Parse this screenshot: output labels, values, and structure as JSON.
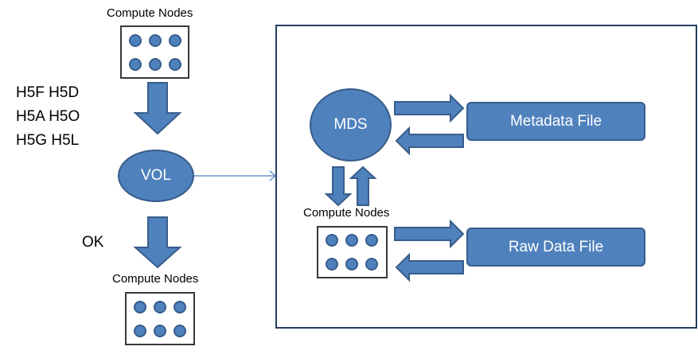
{
  "labels": {
    "compute_nodes_top": "Compute Nodes",
    "compute_nodes_bottom": "Compute Nodes",
    "compute_nodes_right": "Compute Nodes"
  },
  "api_calls": {
    "line1": "H5F H5D",
    "line2": "H5A H5O",
    "line3": "H5G H5L"
  },
  "vol": {
    "label": "VOL"
  },
  "ok": {
    "label": "OK"
  },
  "mds": {
    "label": "MDS"
  },
  "files": {
    "metadata": "Metadata File",
    "raw": "Raw Data File"
  },
  "colors": {
    "shape_fill": "#4f81bd",
    "shape_stroke": "#385d8a",
    "frame": "#243f60"
  }
}
